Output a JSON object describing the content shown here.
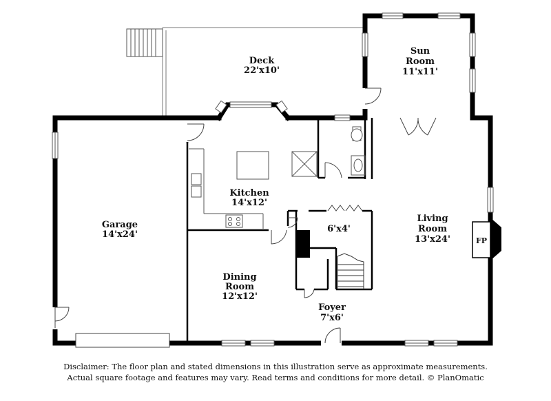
{
  "rooms": {
    "deck": {
      "name": "Deck",
      "dims": "22'x10'"
    },
    "sun_room": {
      "name_line1": "Sun",
      "name_line2": "Room",
      "dims": "11'x11'"
    },
    "kitchen": {
      "name": "Kitchen",
      "dims": "14'x12'"
    },
    "garage": {
      "name": "Garage",
      "dims": "14'x24'"
    },
    "closet": {
      "dims": "6'x4'"
    },
    "living_room": {
      "name_line1": "Living",
      "name_line2": "Room",
      "dims": "13'x24'"
    },
    "dining_room": {
      "name_line1": "Dining",
      "name_line2": "Room",
      "dims": "12'x12'"
    },
    "foyer": {
      "name": "Foyer",
      "dims": "7'x6'"
    },
    "fireplace": {
      "label": "FP"
    }
  },
  "disclaimer": {
    "line1": "Disclaimer: The floor plan and stated dimensions in this illustration serve as approximate measurements.",
    "line2": "Actual square footage and features may vary. Read terms and conditions for more detail. © PlanOmatic"
  }
}
